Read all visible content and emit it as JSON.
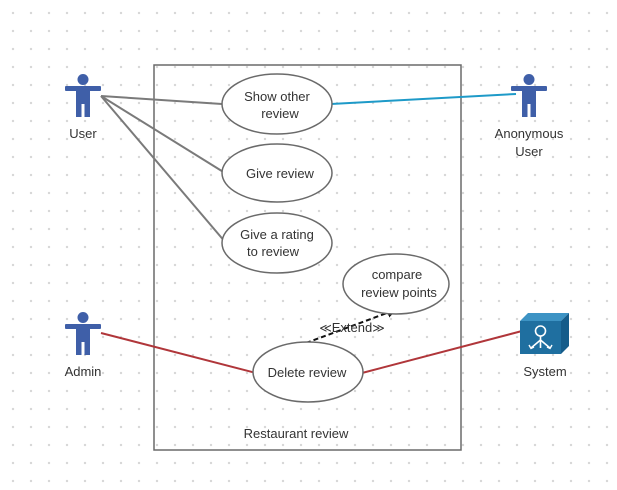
{
  "colors": {
    "actor": "#3f5fa8",
    "system_icon": "#1f6fa0",
    "line_default": "#7a7a7a",
    "line_anonymous": "#1e9ac8",
    "line_admin": "#b0363a",
    "boundary": "#6a6a6a"
  },
  "system_boundary": {
    "label": "Restaurant review"
  },
  "actors": {
    "user": {
      "label": "User",
      "icon": "stick-person-icon"
    },
    "anonymous": {
      "line1": "Anonymous",
      "line2": "User",
      "icon": "stick-person-icon"
    },
    "admin": {
      "label": "Admin",
      "icon": "stick-person-icon"
    },
    "system": {
      "label": "System",
      "icon": "system-cube-icon"
    }
  },
  "use_cases": {
    "show_other_review": {
      "line1": "Show other",
      "line2": "review"
    },
    "give_review": {
      "line1": "Give review"
    },
    "give_rating": {
      "line1": "Give a rating",
      "line2": "to  review"
    },
    "compare_review_points": {
      "line1": "compare",
      "line2": "review points"
    },
    "delete_review": {
      "line1": "Delete   review"
    }
  },
  "relationships": {
    "extend_label": "Extend"
  }
}
